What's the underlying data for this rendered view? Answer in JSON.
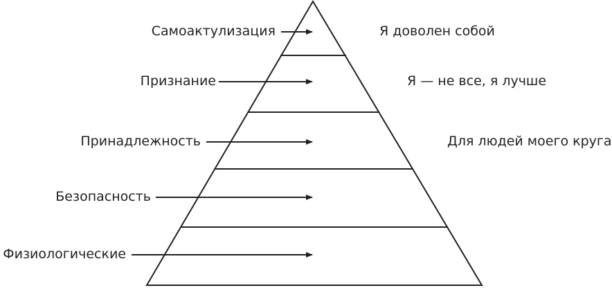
{
  "pyramid": {
    "levels": [
      {
        "need": "Самоактулизация",
        "statement": "Я доволен собой"
      },
      {
        "need": "Признание",
        "statement": "Я — не все, я лучше"
      },
      {
        "need": "Принадлежность",
        "statement": "Для людей моего круга"
      },
      {
        "need": "Безопасность",
        "statement": ""
      },
      {
        "need": "Физиологические",
        "statement": ""
      }
    ]
  },
  "colors": {
    "ink": "#222222",
    "background": "#ffffff"
  }
}
